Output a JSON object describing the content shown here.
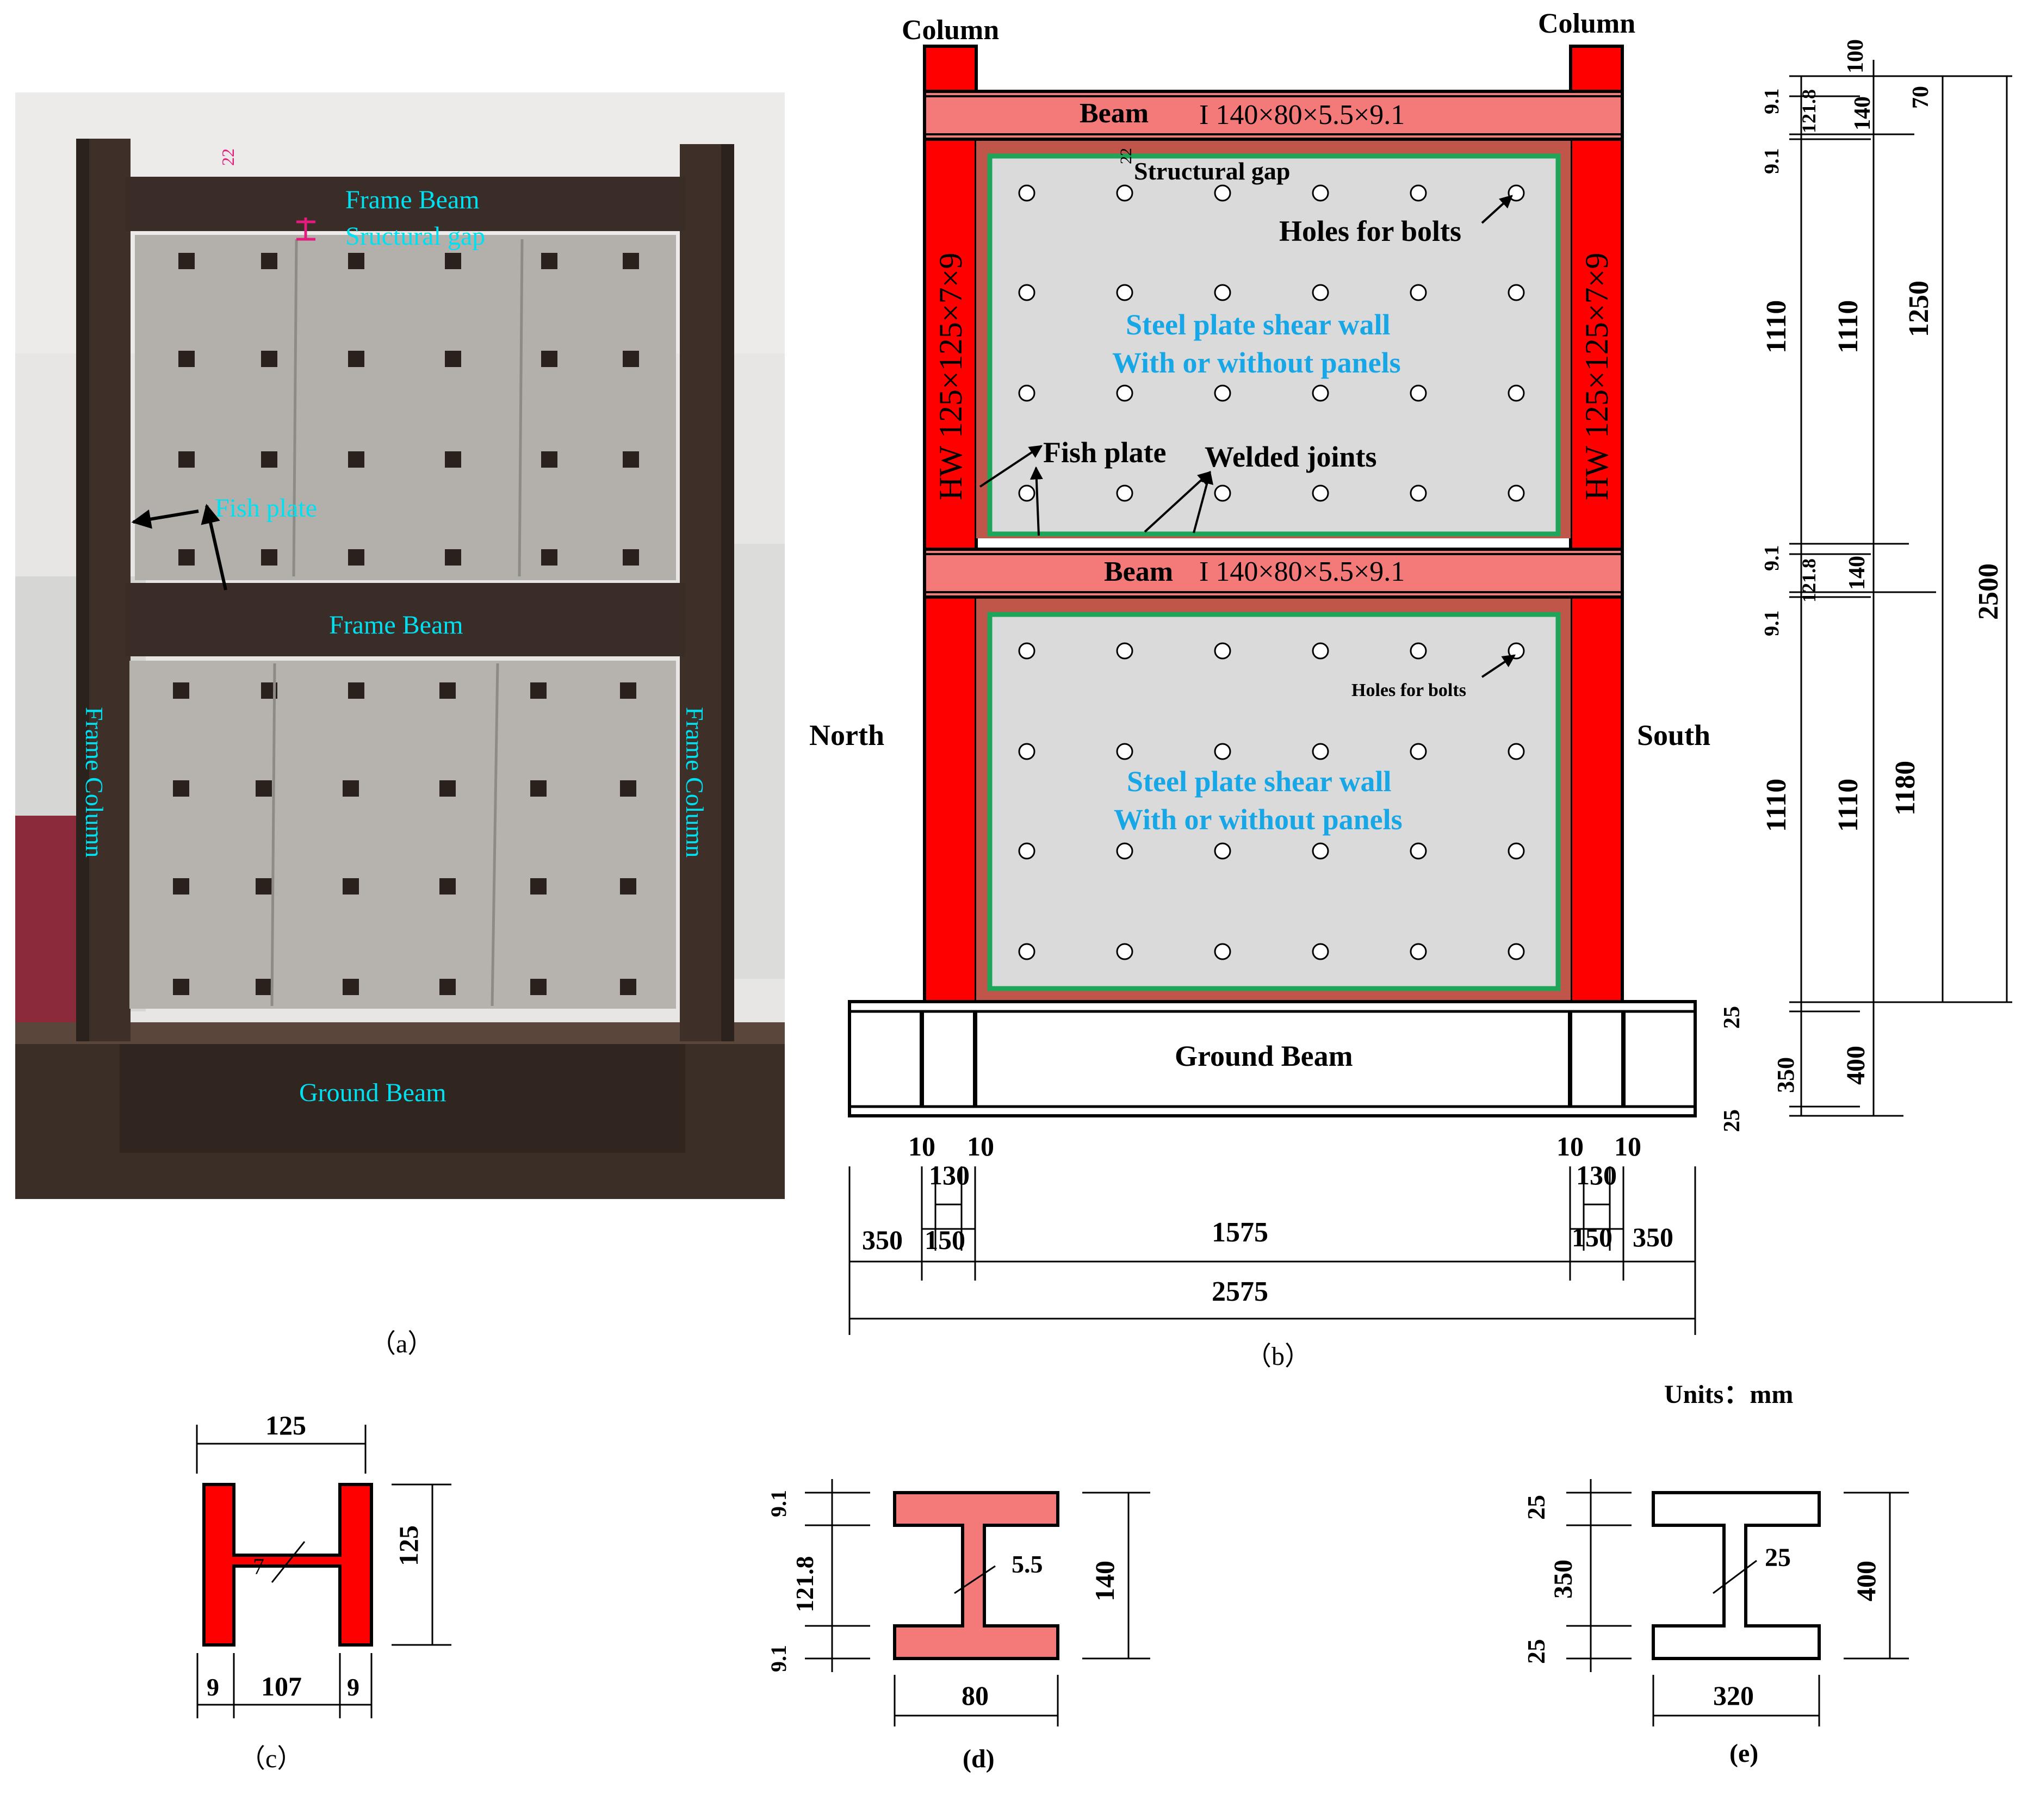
{
  "photo": {
    "labels": {
      "frame_beam_top": "Frame Beam",
      "structural_gap": "Sructural gap",
      "fish_plate": "Fish plate",
      "frame_beam_mid": "Frame Beam",
      "frame_column_left": "Frame Column",
      "frame_column_right": "Frame Column",
      "ground_beam": "Ground Beam",
      "marker": "22"
    },
    "caption": "（a）"
  },
  "elevation": {
    "column_left": "Column",
    "column_right": "Column",
    "beam_top_label": "Beam",
    "beam_top_section": "I 140×80×5.5×9.1",
    "beam_mid_label": "Beam",
    "beam_mid_section": "I 140×80×5.5×9.1",
    "column_section_left": "HW 125×125×7×9",
    "column_section_right": "HW 125×125×7×9",
    "structural_gap": "Structural gap",
    "gap_value": "22",
    "holes_top": "Holes for bolts",
    "holes_bottom": "Holes for bolts",
    "wall_top_line1": "Steel plate shear wall",
    "wall_top_line2": "With or without panels",
    "wall_bottom_line1": "Steel plate shear wall",
    "wall_bottom_line2": "With or without panels",
    "fish_plate": "Fish plate",
    "welded_joints": "Welded joints",
    "north": "North",
    "south": "South",
    "ground_beam": "Ground Beam",
    "dims_bottom": {
      "d10a": "10",
      "d10b": "10",
      "d10c": "10",
      "d10d": "10",
      "d130a": "130",
      "d130b": "130",
      "d350a": "350",
      "d150a": "150",
      "d1575": "1575",
      "d150b": "150",
      "d350b": "350",
      "d2575": "2575"
    },
    "dims_right": {
      "d9_1a": "9.1",
      "d121_8a": "121.8",
      "d9_1b": "9.1",
      "d100": "100",
      "d140a": "140",
      "d70": "70",
      "d1110a": "1110",
      "d1110b": "1110",
      "d1250": "1250",
      "d9_1c": "9.1",
      "d121_8b": "121.8",
      "d9_1d": "9.1",
      "d140b": "140",
      "d2500": "2500",
      "d1110c": "1110",
      "d1110d": "1110",
      "d1180": "1180",
      "d25a": "25",
      "d350": "350",
      "d25b": "25",
      "d400": "400"
    },
    "caption": "（b）",
    "units": "Units：mm"
  },
  "section_c": {
    "w125": "125",
    "h125": "125",
    "t7": "7",
    "f9a": "9",
    "w107": "107",
    "f9b": "9",
    "caption": "（c）"
  },
  "section_d": {
    "t9_1a": "9.1",
    "h121_8": "121.8",
    "t9_1b": "9.1",
    "t5_5": "5.5",
    "h140": "140",
    "w80": "80",
    "caption": "(d)"
  },
  "section_e": {
    "t25a": "25",
    "h350": "350",
    "t25b": "25",
    "tw25": "25",
    "h400": "400",
    "w320": "320",
    "caption": "(e)"
  },
  "colors": {
    "column_red": "#ff0000",
    "beam_pink": "#f47a7a",
    "brown_plate": "#c0554a",
    "wall_green": "#1fa55a",
    "wall_fill": "#dadada",
    "cyan_label": "#00e0f0",
    "blue_label": "#17a7e6"
  }
}
